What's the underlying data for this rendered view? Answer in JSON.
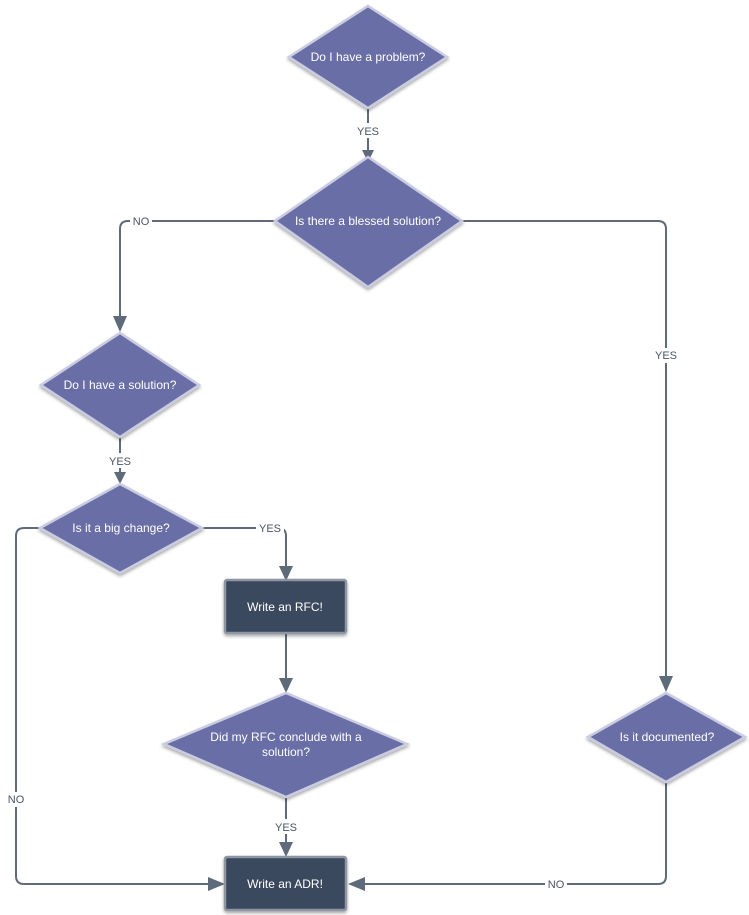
{
  "colors": {
    "decision_fill": "#6b6ea6",
    "decision_stroke": "#c9cbe0",
    "process_fill": "#3b4a5e",
    "process_stroke": "#8e96a3",
    "edge": "#5f6b7a"
  },
  "nodes": {
    "problem": {
      "type": "decision",
      "lines": [
        "Do I have a problem?"
      ]
    },
    "blessed": {
      "type": "decision",
      "lines": [
        "Is there a blessed solution?"
      ]
    },
    "have_solution": {
      "type": "decision",
      "lines": [
        "Do I have a solution?"
      ]
    },
    "big_change": {
      "type": "decision",
      "lines": [
        "Is it a big change?"
      ]
    },
    "write_rfc": {
      "type": "process",
      "lines": [
        "Write an RFC!"
      ]
    },
    "rfc_conclude": {
      "type": "decision",
      "lines": [
        "Did my RFC conclude with a",
        "solution?"
      ]
    },
    "documented": {
      "type": "decision",
      "lines": [
        "Is it documented?"
      ]
    },
    "write_adr": {
      "type": "process",
      "lines": [
        "Write an ADR!"
      ]
    }
  },
  "edges": {
    "problem_to_blessed": {
      "label": "YES"
    },
    "blessed_to_have_solution": {
      "label": "NO"
    },
    "blessed_to_documented": {
      "label": "YES"
    },
    "have_solution_to_big_change": {
      "label": "YES"
    },
    "big_change_to_rfc": {
      "label": "YES"
    },
    "big_change_to_adr": {
      "label": "NO"
    },
    "rfc_to_conclude": {
      "label": ""
    },
    "conclude_to_adr": {
      "label": "YES"
    },
    "documented_to_adr": {
      "label": "NO"
    }
  }
}
